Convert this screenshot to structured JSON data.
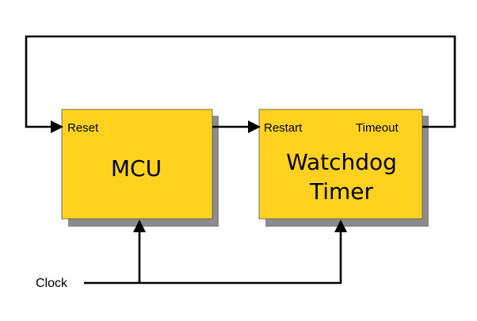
{
  "colors": {
    "block_fill": "#FFD21F",
    "shadow": "#8C8C8C",
    "wire": "#000000"
  },
  "mcu": {
    "title": "MCU",
    "port_reset": "Reset"
  },
  "watchdog": {
    "title_line1": "Watchdog",
    "title_line2": "Timer",
    "port_restart": "Restart",
    "port_timeout": "Timeout"
  },
  "clock_label": "Clock"
}
